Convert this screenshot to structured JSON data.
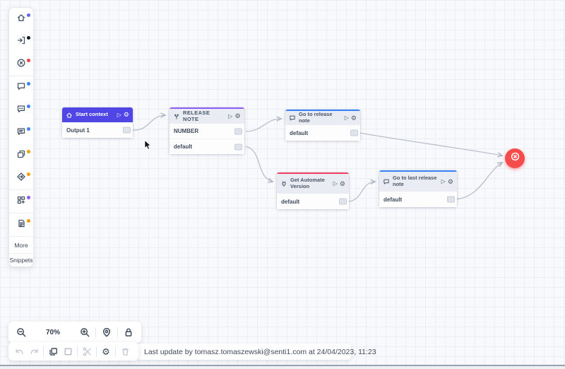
{
  "sidebar": {
    "items": [
      {
        "icon": "home-icon",
        "dot": "#6366f1"
      },
      {
        "icon": "sign-in-icon",
        "dot": "#111827"
      },
      {
        "icon": "circle-x-icon",
        "dot": "#ef4444"
      },
      {
        "icon": "chat-icon",
        "dot": "#3b82f6"
      },
      {
        "icon": "chat-dots-icon",
        "dot": "#3b82f6"
      },
      {
        "icon": "chat-lines-icon",
        "dot": "#3b82f6"
      },
      {
        "icon": "copy-stack-icon",
        "dot": "#f59e0b"
      },
      {
        "icon": "diamond-arrow-icon",
        "dot": "#f59e0b"
      },
      {
        "icon": "grid-plus-icon",
        "dot": "#8b5cf6"
      },
      {
        "icon": "document-icon",
        "dot": "#f59e0b"
      }
    ],
    "more_label": "More",
    "snippets_label": "Snippets"
  },
  "canvas": {
    "nodes": [
      {
        "title": "Start context",
        "type": "start",
        "header_color": "#4f46e5",
        "outputs": [
          "Output 1"
        ]
      },
      {
        "title": "RELEASE NOTE",
        "type": "switch",
        "accent": "#8b5cf6",
        "outputs": [
          "NUMBER",
          "default"
        ]
      },
      {
        "title": "Go to release note",
        "type": "message",
        "accent": "#3b82f6",
        "outputs": [
          "default"
        ]
      },
      {
        "title": "Get Automate Version",
        "type": "plugin",
        "accent": "#f43f5e",
        "outputs": [
          "default"
        ]
      },
      {
        "title": "Go to last release note",
        "type": "message",
        "accent": "#3b82f6",
        "outputs": [
          "default"
        ]
      }
    ],
    "edges": [
      {
        "from": "Start context:Output 1",
        "to": "RELEASE NOTE"
      },
      {
        "from": "RELEASE NOTE:NUMBER",
        "to": "Go to release note"
      },
      {
        "from": "RELEASE NOTE:default",
        "to": "Get Automate Version"
      },
      {
        "from": "Go to release note:default",
        "to": "End"
      },
      {
        "from": "Get Automate Version:default",
        "to": "Go to last release note"
      },
      {
        "from": "Go to last release note:default",
        "to": "End"
      }
    ],
    "end_node_color": "#f64c4c"
  },
  "toolbar": {
    "zoom_level": "70%"
  },
  "statusbar": {
    "text": "Last update by tomasz.tomaszewski@senti1.com at 24/04/2023, 11:23"
  }
}
